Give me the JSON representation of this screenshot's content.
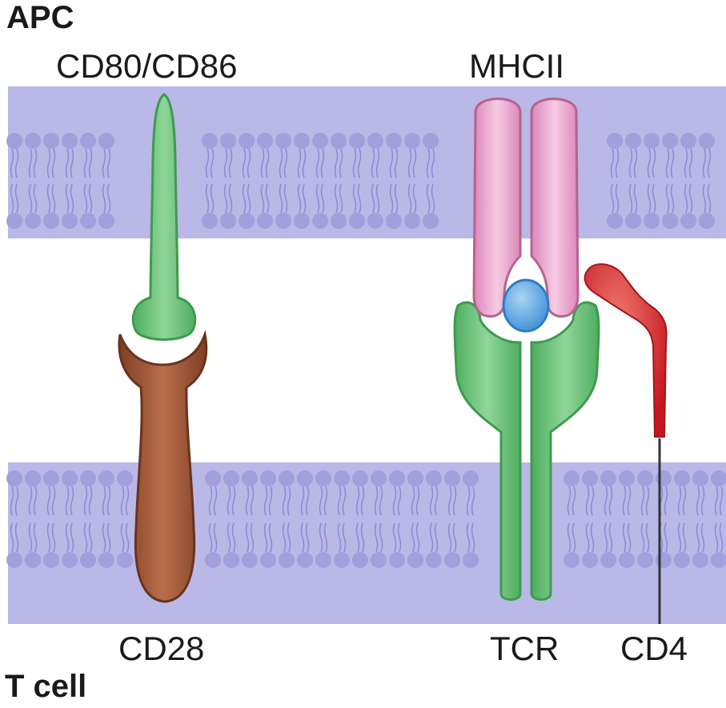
{
  "labels": {
    "apc": "APC",
    "t_cell": "T cell",
    "cd80_cd86": "CD80/CD86",
    "mhcii": "MHCII",
    "cd28": "CD28",
    "tcr": "TCR",
    "cd4": "CD4"
  },
  "colors": {
    "membrane": "#b8b6e6",
    "lipid_head": "#a19fdc",
    "lipid_tail": "#8e8bd2",
    "green": "#6dc27a",
    "green_dark": "#3e9a50",
    "brown": "#a0583a",
    "brown_dark": "#6e3620",
    "pink": "#e9a7cf",
    "pink_dark": "#b8628f",
    "blue": "#6aaee6",
    "red": "#d9252e"
  }
}
